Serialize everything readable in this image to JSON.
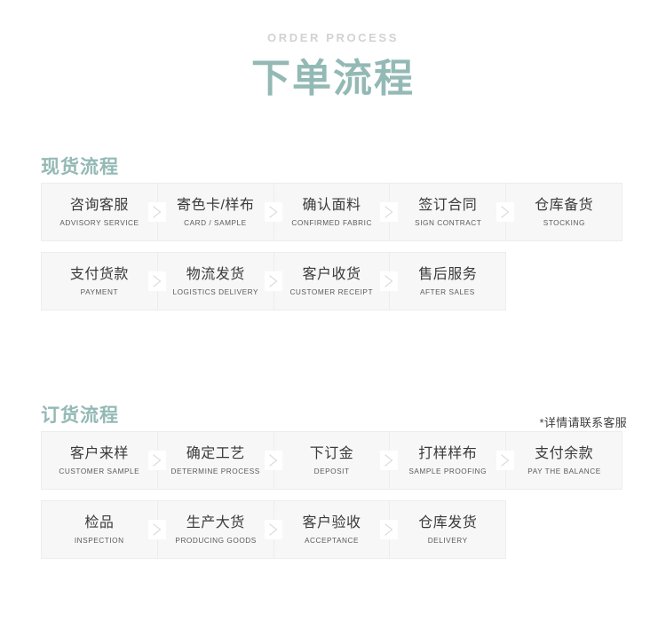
{
  "header": {
    "eyebrow": "ORDER PROCESS",
    "title": "下单流程"
  },
  "colors": {
    "accent": "#93b9b5",
    "eyebrow": "#d2d2d2",
    "cell_bg": "#f7f7f7",
    "cell_border": "#ededed",
    "text": "#3a3a3a"
  },
  "sections": [
    {
      "title": "现货流程",
      "note": "",
      "rows": [
        [
          {
            "cn": "咨询客服",
            "en": "ADVISORY SERVICE"
          },
          {
            "cn": "寄色卡/样布",
            "en": "CARD / SAMPLE"
          },
          {
            "cn": "确认面料",
            "en": "CONFIRMED FABRIC"
          },
          {
            "cn": "签订合同",
            "en": "SIGN CONTRACT"
          },
          {
            "cn": "仓库备货",
            "en": "STOCKING"
          }
        ],
        [
          {
            "cn": "支付货款",
            "en": "PAYMENT"
          },
          {
            "cn": "物流发货",
            "en": "LOGISTICS DELIVERY"
          },
          {
            "cn": "客户收货",
            "en": "CUSTOMER RECEIPT"
          },
          {
            "cn": "售后服务",
            "en": "AFTER SALES"
          }
        ]
      ]
    },
    {
      "title": "订货流程",
      "note": "*详情请联系客服",
      "rows": [
        [
          {
            "cn": "客户来样",
            "en": "CUSTOMER SAMPLE"
          },
          {
            "cn": "确定工艺",
            "en": "DETERMINE PROCESS"
          },
          {
            "cn": "下订金",
            "en": "DEPOSIT"
          },
          {
            "cn": "打样样布",
            "en": "SAMPLE PROOFING"
          },
          {
            "cn": "支付余款",
            "en": "PAY THE BALANCE"
          }
        ],
        [
          {
            "cn": "检品",
            "en": "INSPECTION"
          },
          {
            "cn": "生产大货",
            "en": "PRODUCING GOODS"
          },
          {
            "cn": "客户验收",
            "en": "ACCEPTANCE"
          },
          {
            "cn": "仓库发货",
            "en": "DELIVERY"
          }
        ]
      ]
    }
  ]
}
